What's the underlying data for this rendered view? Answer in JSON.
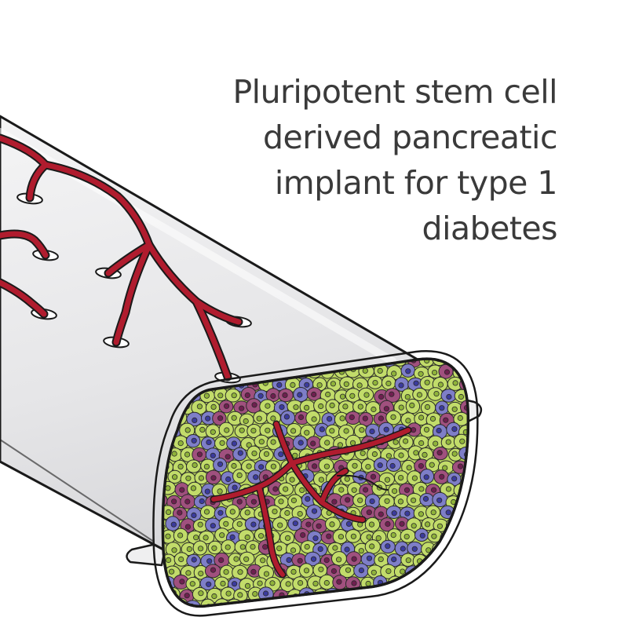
{
  "title": {
    "lines": [
      "Pluripotent stem cell",
      "derived pancreatic",
      "implant for type 1",
      "diabetes"
    ]
  },
  "colors": {
    "vessel": "#b01c2e",
    "implant_fill": "#e4e4e6",
    "implant_highlight": "#f7f7f8",
    "outline": "#1a1a1a",
    "cell_green": "#c2dc6a",
    "cell_green_nucleus": "#8fb33a",
    "cell_purple": "#7e7ec8",
    "cell_purple_nucleus": "#3b3b9c",
    "cell_magenta": "#a0507e",
    "cell_magenta_nucleus": "#6e1f4f",
    "title_text": "#3a3a3a"
  },
  "icons": {
    "implant": "implant-device-icon",
    "vessels": "blood-vessel-icon",
    "cells": "pancreatic-cell-cluster-icon"
  }
}
